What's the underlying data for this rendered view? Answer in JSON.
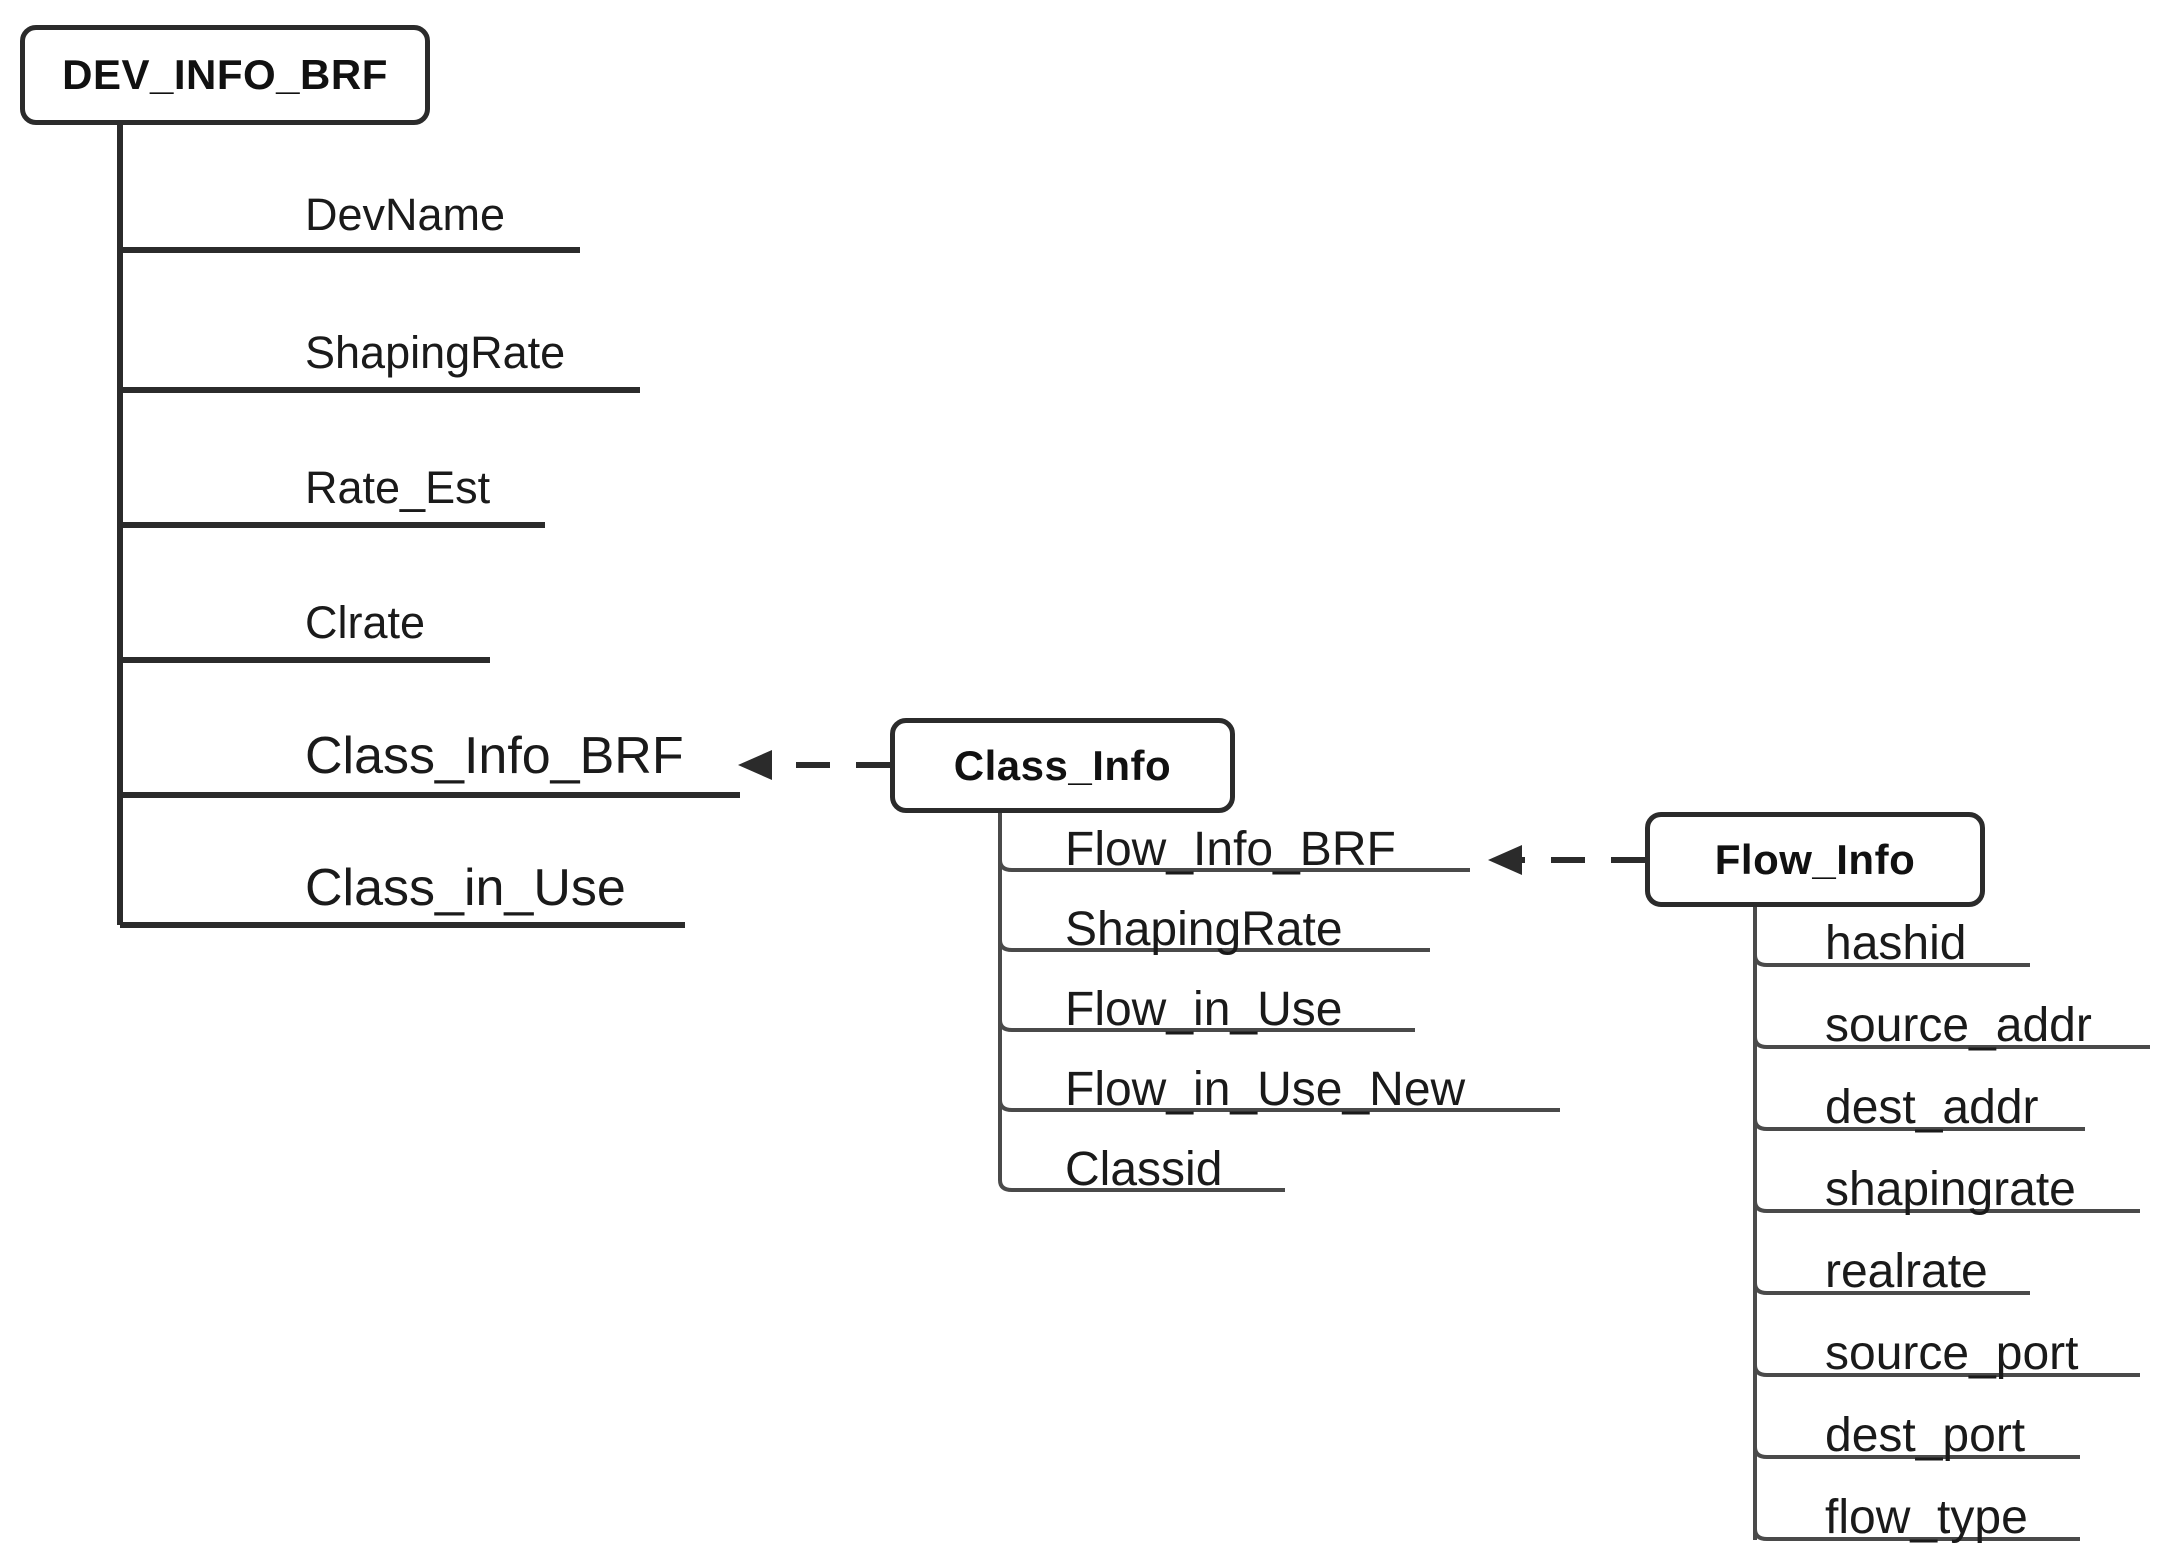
{
  "diagram": {
    "title": "DEV_INFO_BRF structure hierarchy",
    "type": "structure-tree",
    "colors": {
      "box_border": "#2b2b2b",
      "line": "#2b2b2b",
      "background": "#ffffff",
      "text": "#1a1a1a"
    },
    "nodes": {
      "dev_info_brf": {
        "label": "DEV_INFO_BRF",
        "fields": [
          {
            "label": "DevName"
          },
          {
            "label": "ShapingRate"
          },
          {
            "label": "Rate_Est"
          },
          {
            "label": "Clrate"
          },
          {
            "label": "Class_Info_BRF"
          },
          {
            "label": "Class_in_Use"
          }
        ]
      },
      "class_info": {
        "label": "Class_Info",
        "fields": [
          {
            "label": "Flow_Info_BRF"
          },
          {
            "label": "ShapingRate"
          },
          {
            "label": "Flow_in_Use"
          },
          {
            "label": "Flow_in_Use_New"
          },
          {
            "label": "Classid"
          }
        ]
      },
      "flow_info": {
        "label": "Flow_Info",
        "fields": [
          {
            "label": "hashid"
          },
          {
            "label": "source_addr"
          },
          {
            "label": "dest_addr"
          },
          {
            "label": "shapingrate"
          },
          {
            "label": "realrate"
          },
          {
            "label": "source_port"
          },
          {
            "label": "dest_port"
          },
          {
            "label": "flow_type"
          }
        ]
      }
    },
    "links": [
      {
        "from": "class_info",
        "to": "dev_info_brf.Class_Info_BRF",
        "style": "dashed-arrow"
      },
      {
        "from": "flow_info",
        "to": "class_info.Flow_Info_BRF",
        "style": "dashed-arrow"
      }
    ]
  }
}
